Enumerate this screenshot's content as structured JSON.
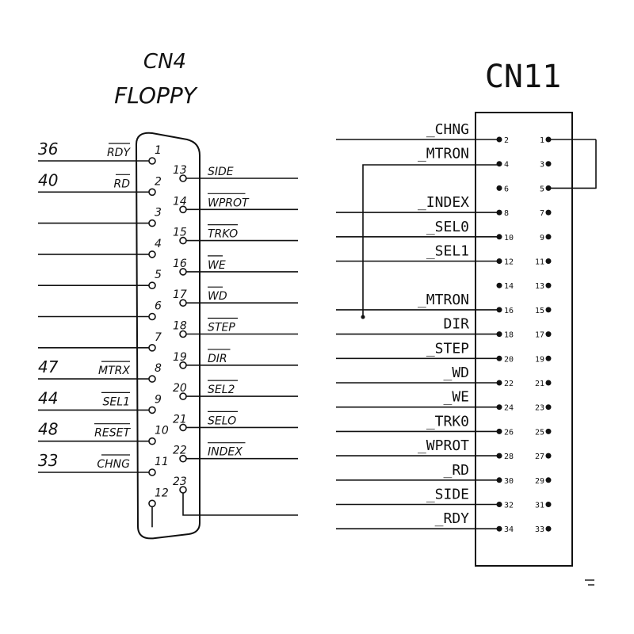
{
  "cn4": {
    "title": "CN4",
    "subtitle": "FLOPPY",
    "left_pins": [
      {
        "num": "1",
        "label": "RDY",
        "wire_ref": "36"
      },
      {
        "num": "2",
        "label": "RD",
        "wire_ref": "40"
      },
      {
        "num": "3",
        "label": "",
        "wire_ref": ""
      },
      {
        "num": "4",
        "label": "",
        "wire_ref": ""
      },
      {
        "num": "5",
        "label": "",
        "wire_ref": ""
      },
      {
        "num": "6",
        "label": "",
        "wire_ref": ""
      },
      {
        "num": "7",
        "label": "",
        "wire_ref": ""
      },
      {
        "num": "8",
        "label": "MTRX",
        "wire_ref": "47"
      },
      {
        "num": "9",
        "label": "SEL1",
        "wire_ref": "44"
      },
      {
        "num": "10",
        "label": "RESET",
        "wire_ref": "48"
      },
      {
        "num": "11",
        "label": "CHNG",
        "wire_ref": "33"
      },
      {
        "num": "12",
        "label": "",
        "wire_ref": ""
      }
    ],
    "right_pins": [
      {
        "num": "13",
        "label": "SIDE"
      },
      {
        "num": "14",
        "label": "WPROT"
      },
      {
        "num": "15",
        "label": "TRKO"
      },
      {
        "num": "16",
        "label": "WE"
      },
      {
        "num": "17",
        "label": "WD"
      },
      {
        "num": "18",
        "label": "STEP"
      },
      {
        "num": "19",
        "label": "DIR"
      },
      {
        "num": "20",
        "label": "SEL2"
      },
      {
        "num": "21",
        "label": "SELO"
      },
      {
        "num": "22",
        "label": "INDEX"
      },
      {
        "num": "23",
        "label": ""
      }
    ]
  },
  "cn11": {
    "title": "CN11",
    "rows": [
      {
        "even": "2",
        "odd": "1",
        "signal": "_CHNG"
      },
      {
        "even": "4",
        "odd": "3",
        "signal": "_MTRON"
      },
      {
        "even": "6",
        "odd": "5",
        "signal": ""
      },
      {
        "even": "8",
        "odd": "7",
        "signal": "_INDEX"
      },
      {
        "even": "10",
        "odd": "9",
        "signal": "_SEL0"
      },
      {
        "even": "12",
        "odd": "11",
        "signal": "_SEL1"
      },
      {
        "even": "14",
        "odd": "13",
        "signal": ""
      },
      {
        "even": "16",
        "odd": "15",
        "signal": "_MTRON"
      },
      {
        "even": "18",
        "odd": "17",
        "signal": "DIR"
      },
      {
        "even": "20",
        "odd": "19",
        "signal": "_STEP"
      },
      {
        "even": "22",
        "odd": "21",
        "signal": "_WD"
      },
      {
        "even": "24",
        "odd": "23",
        "signal": "_WE"
      },
      {
        "even": "26",
        "odd": "25",
        "signal": "_TRK0"
      },
      {
        "even": "28",
        "odd": "27",
        "signal": "_WPROT"
      },
      {
        "even": "30",
        "odd": "29",
        "signal": "_RD"
      },
      {
        "even": "32",
        "odd": "31",
        "signal": "_SIDE"
      },
      {
        "even": "34",
        "odd": "33",
        "signal": "_RDY"
      }
    ]
  }
}
